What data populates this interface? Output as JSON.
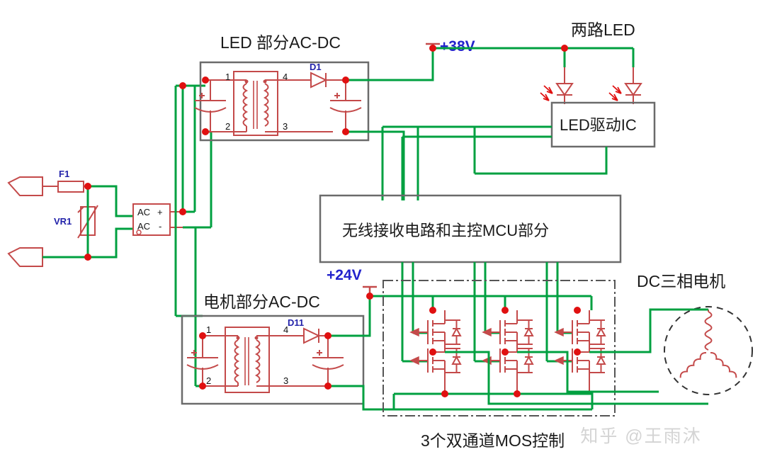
{
  "diagram": {
    "title_alt": "",
    "colors": {
      "wire": "#00a040",
      "component": "#c44a4a",
      "junction": "#e01010",
      "block_border": "#6b6b6b",
      "ref_text": "#2222aa",
      "net_text": "#2222cc",
      "label_text": "#1a1a1a",
      "watermark": "#d4d4d4",
      "background": "#ffffff"
    }
  },
  "labels": {
    "led_acdc": "LED 部分AC-DC",
    "motor_acdc": "电机部分AC-DC",
    "two_way_led": "两路LED",
    "led_driver_ic": "LED驱动IC",
    "mcu_block": "无线接收电路和主控MCU部分",
    "mos_control": "3个双通道MOS控制",
    "dc_motor": "DC三相电机"
  },
  "nets": {
    "v38": "+38V",
    "v24": "+24V"
  },
  "refdes": {
    "f1": "F1",
    "vr1": "VR1",
    "d1": "D1",
    "d11": "D11"
  },
  "pins": {
    "led_xfmr": [
      "1",
      "2",
      "3",
      "4"
    ],
    "motor_xfmr": [
      "1",
      "2",
      "3",
      "4"
    ],
    "bridge": [
      "AC",
      "+",
      "AC",
      "-"
    ]
  },
  "watermark": {
    "text": "知乎 @王雨沐"
  }
}
